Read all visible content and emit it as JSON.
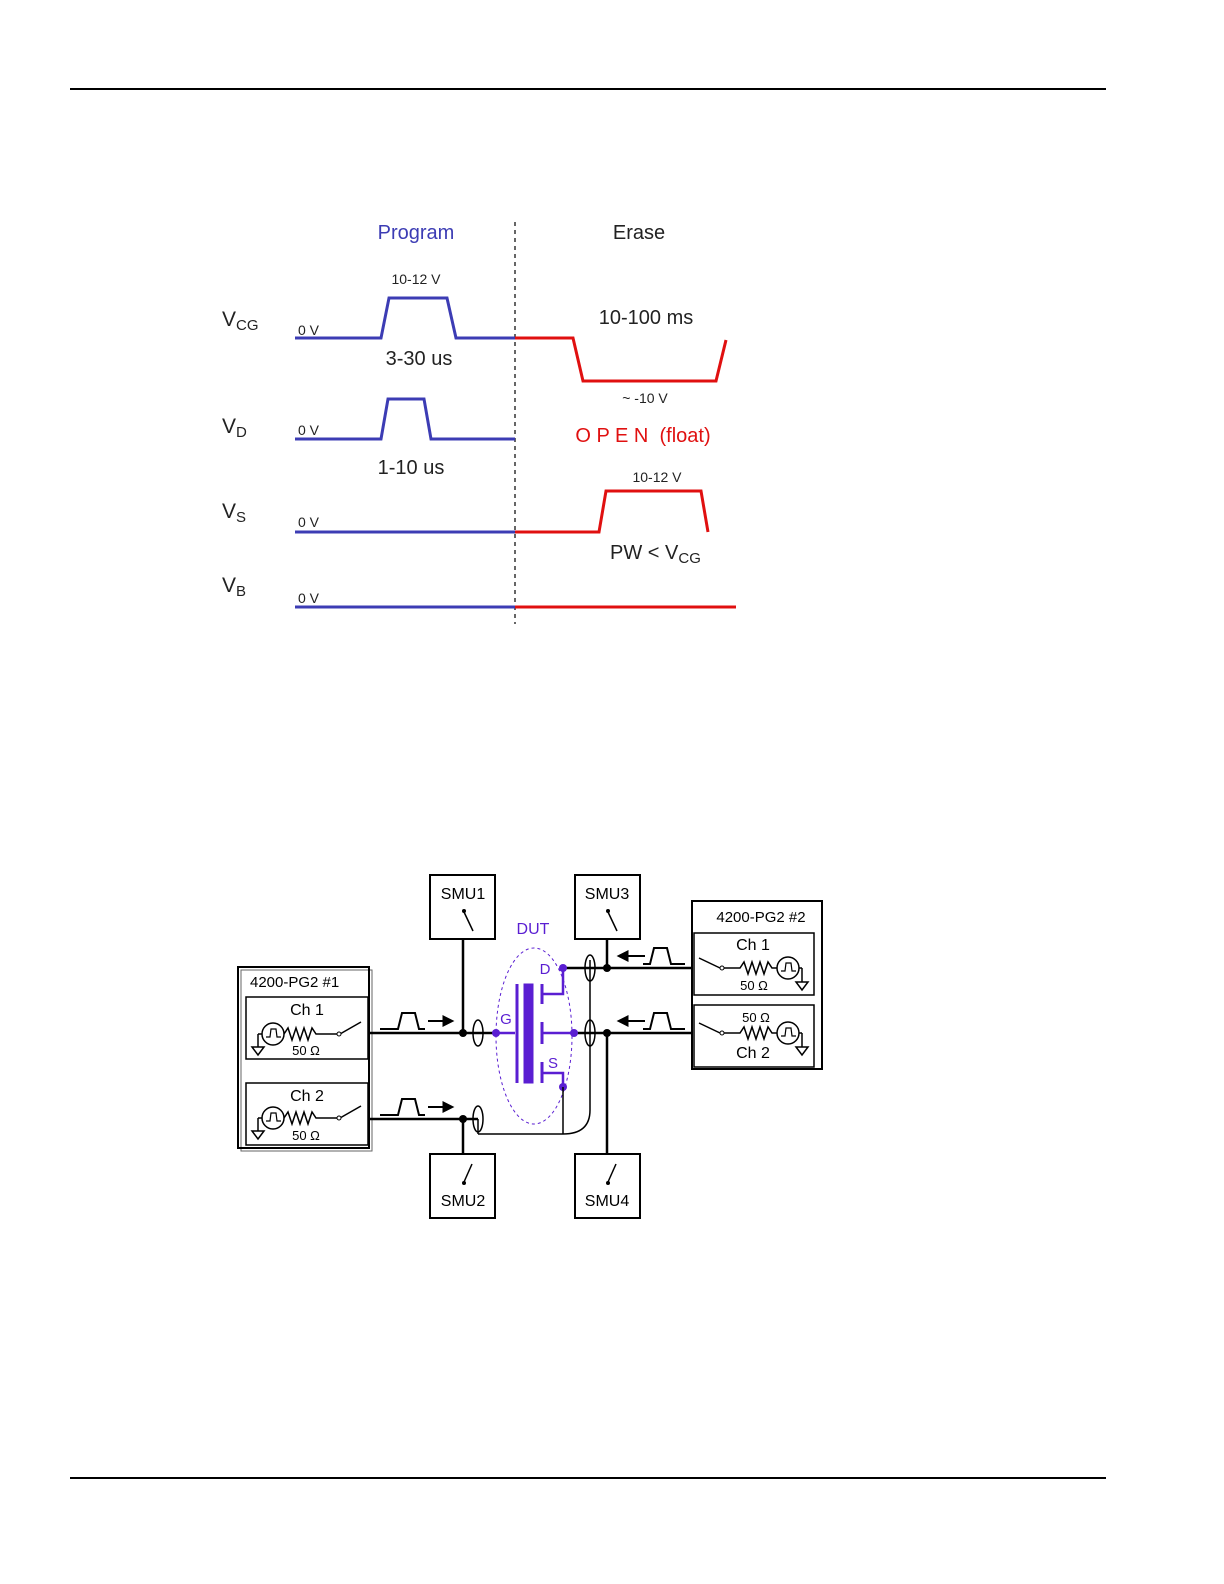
{
  "timing": {
    "program_label": "Program",
    "erase_label": "Erase",
    "program_color": "#3c3cb4",
    "erase_color": "#e01010",
    "signals": {
      "vcg": {
        "name_main": "V",
        "name_sub": "CG",
        "zero": "0 V"
      },
      "vd": {
        "name_main": "V",
        "name_sub": "D",
        "zero": "0 V"
      },
      "vs": {
        "name_main": "V",
        "name_sub": "S",
        "zero": "0 V"
      },
      "vb": {
        "name_main": "V",
        "name_sub": "B",
        "zero": "0 V"
      }
    },
    "annotations": {
      "vcg_program_amp": "10-12 V",
      "vcg_program_width": "3-30 us",
      "vcg_erase_width": "10-100 ms",
      "vcg_erase_amp": "~ -10 V",
      "vd_program_width": "1-10 us",
      "vd_erase_state": "O P E N  (float)",
      "vs_erase_amp": "10-12 V",
      "vs_erase_note_main": "PW < V",
      "vs_erase_note_sub": "CG"
    }
  },
  "circuit": {
    "pg1": {
      "title": "4200-PG2 #1",
      "ch1": "Ch 1",
      "ch2": "Ch 2",
      "ch1_res": "50 Ω",
      "ch2_res": "50 Ω"
    },
    "pg2": {
      "title": "4200-PG2 #2",
      "ch1": "Ch 1",
      "ch2": "Ch 2",
      "ch1_res": "50 Ω",
      "ch2_res": "50 Ω"
    },
    "smu1": "SMU1",
    "smu2": "SMU2",
    "smu3": "SMU3",
    "smu4": "SMU4",
    "dut": {
      "label": "DUT",
      "gate": "G",
      "drain": "D",
      "source": "S",
      "color": "#5a1ed2"
    }
  }
}
